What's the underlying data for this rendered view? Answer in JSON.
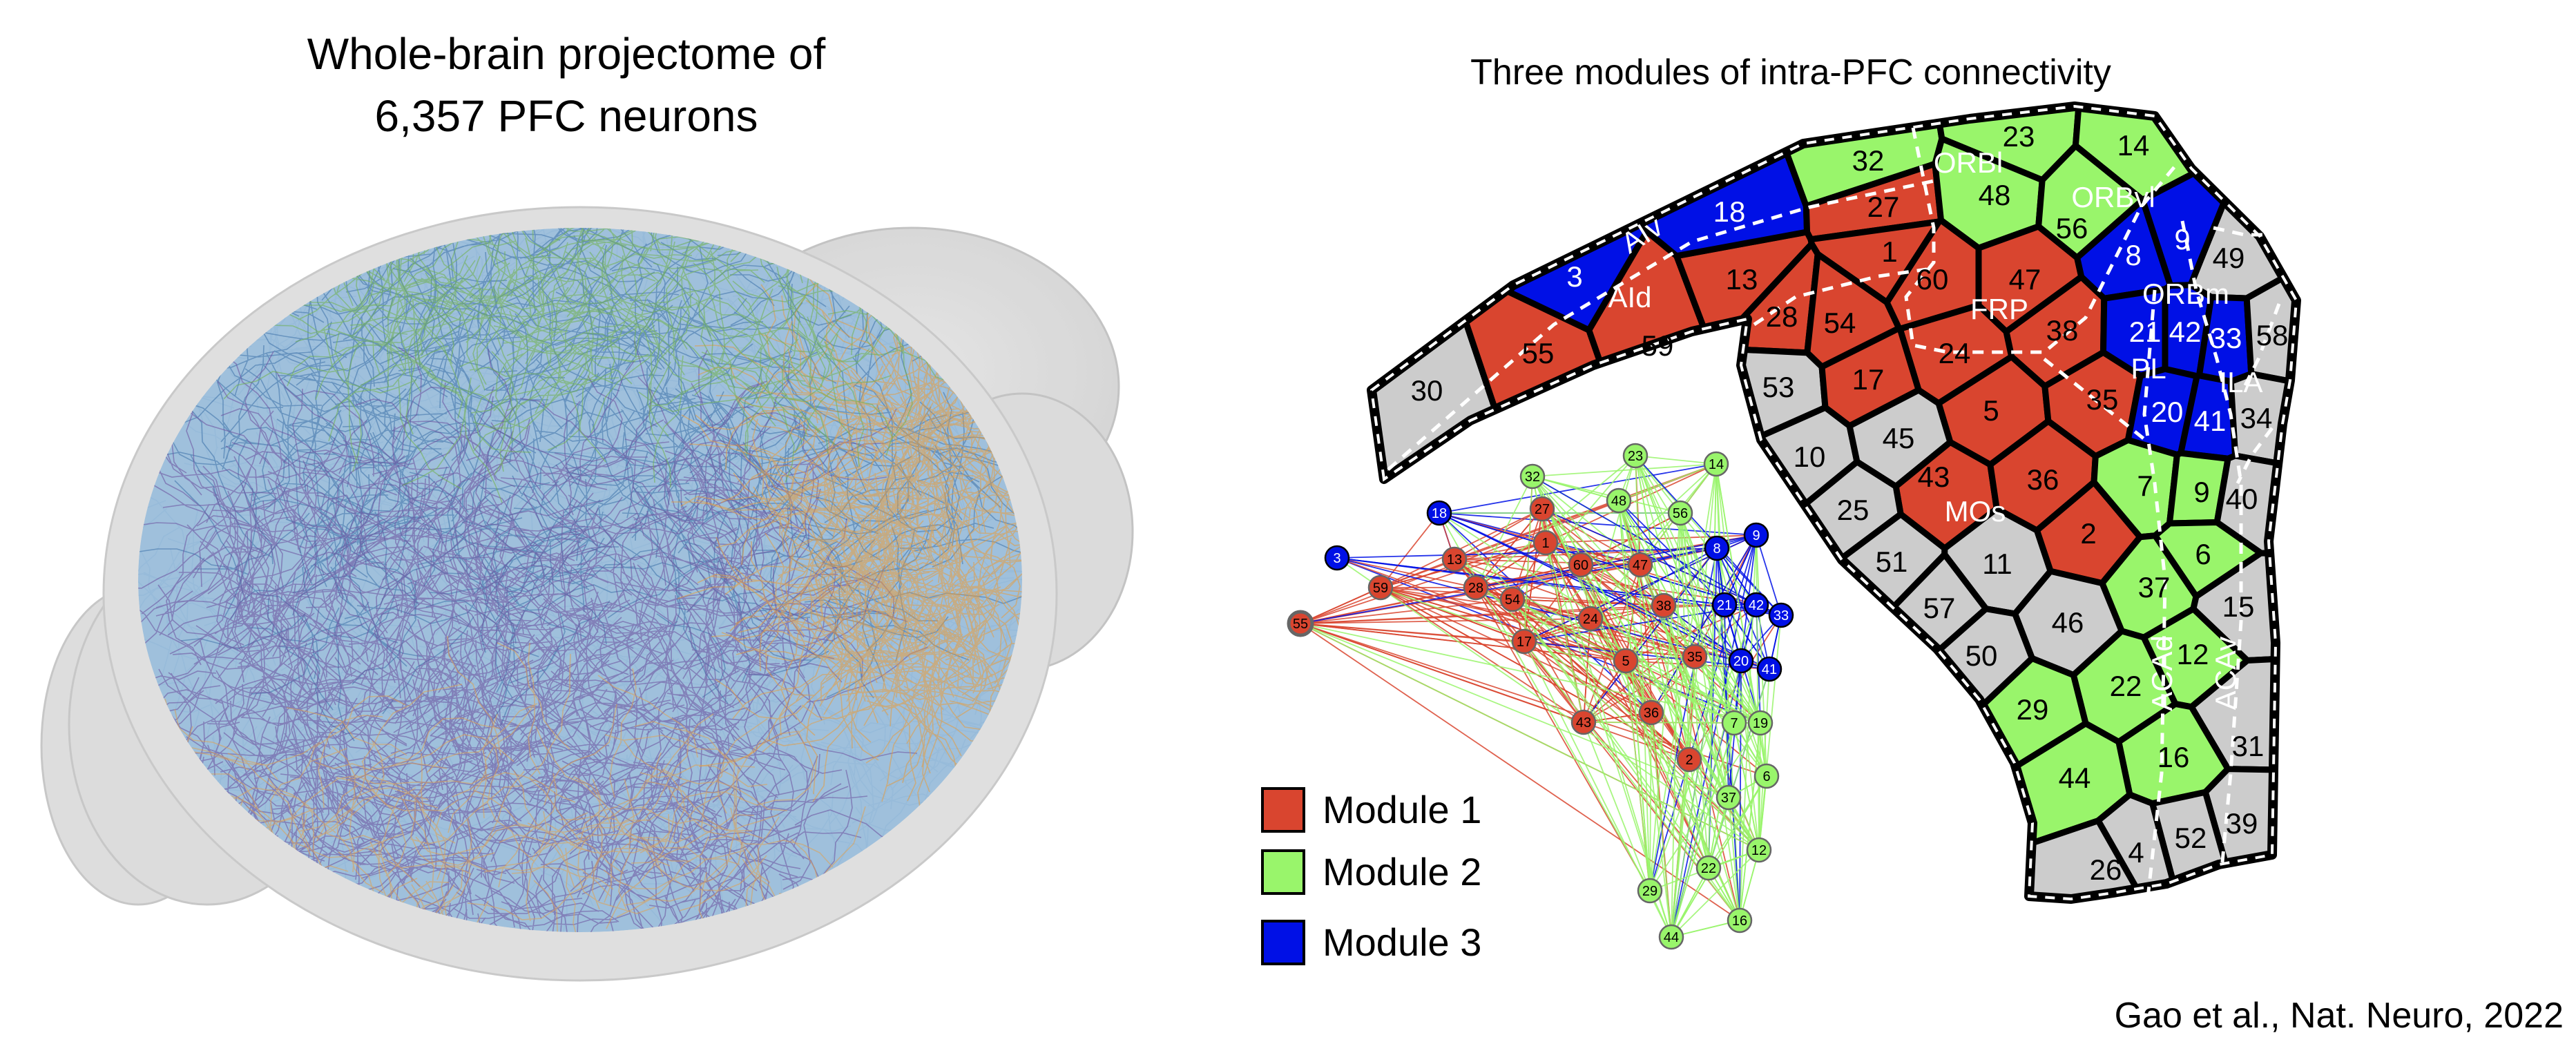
{
  "left_panel": {
    "title_line1": "Whole-brain projectome of",
    "title_line2": "6,357 PFC neurons"
  },
  "right_panel": {
    "title": "Three modules of intra-PFC connectivity",
    "citation": "Gao et al., Nat. Neuro, 2022"
  },
  "colors": {
    "module1": "#d9452f",
    "module2": "#99f56b",
    "module3": "#0010e6",
    "unassigned": "#cccccc"
  },
  "legend": [
    {
      "label": "Module 1",
      "module": 1
    },
    {
      "label": "Module 2",
      "module": 2
    },
    {
      "label": "Module 3",
      "module": 3
    }
  ],
  "map": {
    "cells": [
      {
        "label": "30",
        "module": 0
      },
      {
        "label": "55",
        "module": 1
      },
      {
        "label": "59",
        "module": 1
      },
      {
        "label": "13",
        "module": 1
      },
      {
        "label": "3",
        "module": 3
      },
      {
        "label": "18",
        "module": 3
      },
      {
        "label": "32",
        "module": 2
      },
      {
        "label": "23",
        "module": 2
      },
      {
        "label": "14",
        "module": 2
      },
      {
        "label": "27",
        "module": 1
      },
      {
        "label": "48",
        "module": 2
      },
      {
        "label": "56",
        "module": 2
      },
      {
        "label": "1",
        "module": 1
      },
      {
        "label": "49",
        "module": 0
      },
      {
        "label": "9",
        "module": 3
      },
      {
        "label": "8",
        "module": 3
      },
      {
        "label": "28",
        "module": 1
      },
      {
        "label": "54",
        "module": 1
      },
      {
        "label": "60",
        "module": 1
      },
      {
        "label": "47",
        "module": 1
      },
      {
        "label": "38",
        "module": 1
      },
      {
        "label": "24",
        "module": 1
      },
      {
        "label": "21",
        "module": 3
      },
      {
        "label": "42",
        "module": 3
      },
      {
        "label": "33",
        "module": 3
      },
      {
        "label": "58",
        "module": 0
      },
      {
        "label": "53",
        "module": 0
      },
      {
        "label": "17",
        "module": 1
      },
      {
        "label": "5",
        "module": 1
      },
      {
        "label": "35",
        "module": 1
      },
      {
        "label": "20",
        "module": 3
      },
      {
        "label": "41",
        "module": 3
      },
      {
        "label": "34",
        "module": 0
      },
      {
        "label": "10",
        "module": 0
      },
      {
        "label": "45",
        "module": 0
      },
      {
        "label": "43",
        "module": 1
      },
      {
        "label": "36",
        "module": 1
      },
      {
        "label": "2",
        "module": 1
      },
      {
        "label": "7",
        "module": 2
      },
      {
        "label": "9",
        "module": 2
      },
      {
        "label": "40",
        "module": 0
      },
      {
        "label": "25",
        "module": 0
      },
      {
        "label": "51",
        "module": 0
      },
      {
        "label": "11",
        "module": 0
      },
      {
        "label": "6",
        "module": 2
      },
      {
        "label": "37",
        "module": 2
      },
      {
        "label": "15",
        "module": 0
      },
      {
        "label": "57",
        "module": 0
      },
      {
        "label": "46",
        "module": 0
      },
      {
        "label": "50",
        "module": 0
      },
      {
        "label": "22",
        "module": 2
      },
      {
        "label": "12",
        "module": 2
      },
      {
        "label": "31",
        "module": 0
      },
      {
        "label": "29",
        "module": 2
      },
      {
        "label": "16",
        "module": 2
      },
      {
        "label": "44",
        "module": 2
      },
      {
        "label": "39",
        "module": 0
      },
      {
        "label": "52",
        "module": 0
      },
      {
        "label": "4",
        "module": 0
      },
      {
        "label": "26",
        "module": 0
      }
    ],
    "regions": [
      "AIv",
      "AId",
      "ORBl",
      "ORBvl",
      "ORBm",
      "FRP",
      "PL",
      "ILA",
      "MOs",
      "ACAd",
      "ACAv"
    ]
  },
  "network": {
    "nodes": [
      {
        "id": "55",
        "module": 1
      },
      {
        "id": "3",
        "module": 3
      },
      {
        "id": "18",
        "module": 3
      },
      {
        "id": "59",
        "module": 1
      },
      {
        "id": "13",
        "module": 1
      },
      {
        "id": "28",
        "module": 1
      },
      {
        "id": "54",
        "module": 1
      },
      {
        "id": "27",
        "module": 1
      },
      {
        "id": "1",
        "module": 1
      },
      {
        "id": "60",
        "module": 1
      },
      {
        "id": "17",
        "module": 1
      },
      {
        "id": "24",
        "module": 1
      },
      {
        "id": "47",
        "module": 1
      },
      {
        "id": "38",
        "module": 1
      },
      {
        "id": "5",
        "module": 1
      },
      {
        "id": "35",
        "module": 1
      },
      {
        "id": "43",
        "module": 1
      },
      {
        "id": "36",
        "module": 1
      },
      {
        "id": "2",
        "module": 1
      },
      {
        "id": "32",
        "module": 2
      },
      {
        "id": "23",
        "module": 2
      },
      {
        "id": "14",
        "module": 2
      },
      {
        "id": "48",
        "module": 2
      },
      {
        "id": "56",
        "module": 2
      },
      {
        "id": "8",
        "module": 3
      },
      {
        "id": "9",
        "module": 3
      },
      {
        "id": "21",
        "module": 3
      },
      {
        "id": "42",
        "module": 3
      },
      {
        "id": "33",
        "module": 3
      },
      {
        "id": "20",
        "module": 3
      },
      {
        "id": "41",
        "module": 3
      },
      {
        "id": "7",
        "module": 2
      },
      {
        "id": "19",
        "module": 2
      },
      {
        "id": "6",
        "module": 2
      },
      {
        "id": "37",
        "module": 2
      },
      {
        "id": "12",
        "module": 2
      },
      {
        "id": "22",
        "module": 2
      },
      {
        "id": "29",
        "module": 2
      },
      {
        "id": "16",
        "module": 2
      },
      {
        "id": "44",
        "module": 2
      }
    ]
  }
}
